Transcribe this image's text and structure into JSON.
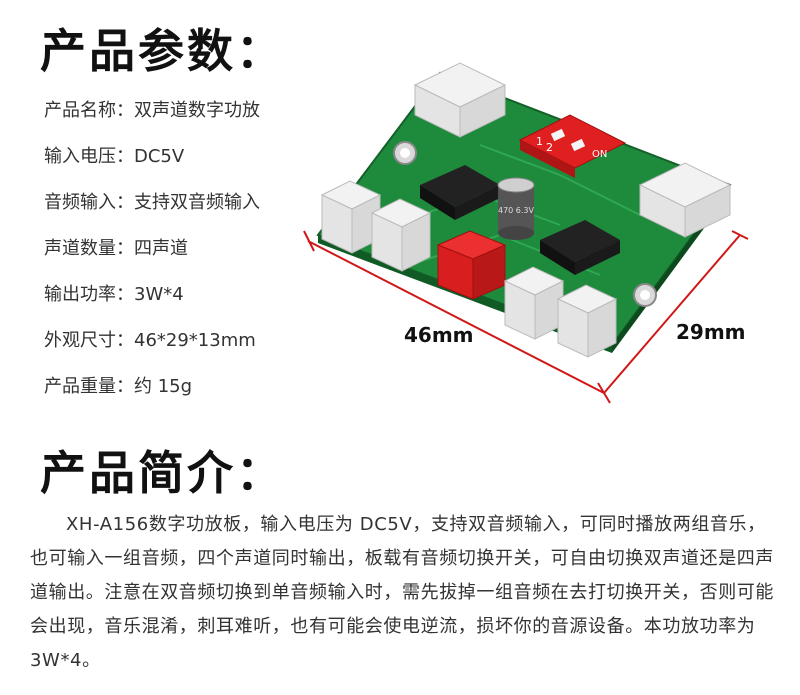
{
  "section_specs": {
    "title": "产品参数："
  },
  "specs": [
    {
      "label": "产品名称：",
      "value": "双声道数字功放"
    },
    {
      "label": "输入电压：",
      "value": "DC5V"
    },
    {
      "label": "音频输入：",
      "value": "支持双音频输入"
    },
    {
      "label": "声道数量：",
      "value": "四声道"
    },
    {
      "label": "输出功率：",
      "value": "3W*4"
    },
    {
      "label": "外观尺寸：",
      "value": "46*29*13mm"
    },
    {
      "label": "产品重量：",
      "value": "约 15g"
    }
  ],
  "section_intro": {
    "title": "产品简介：",
    "text": "XH-A156数字功放板，输入电压为 DC5V，支持双音频输入，可同时播放两组音乐，也可输入一组音频，四个声道同时输出，板载有音频切换开关，可自由切换双声道还是四声道输出。注意在双音频切换到单音频输入时，需先拔掉一组音频在去打切换开关，否则可能会出现，音乐混淆，刺耳难听，也有可能会使电逆流，损坏你的音源设备。本功放功率为 3W*4。"
  },
  "board": {
    "width_label": "46mm",
    "height_label": "29mm",
    "switch_labels": [
      "1",
      "2",
      "ON"
    ],
    "capacitor_label": "470 6.3V",
    "colors": {
      "pcb": "#1e8a3c",
      "dimension_line": "#d01818",
      "switch": "#e02020",
      "power_connector": "#d81e1e"
    }
  }
}
